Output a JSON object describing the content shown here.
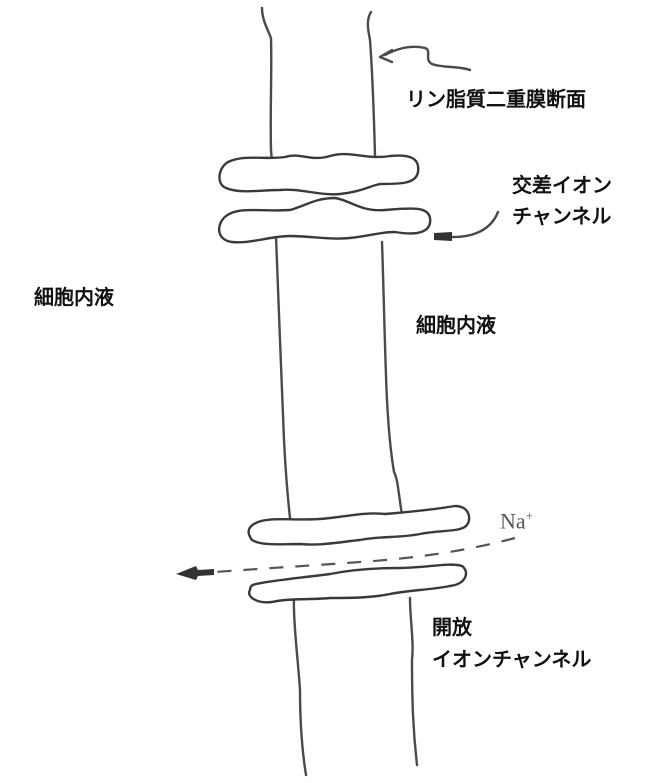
{
  "labels": {
    "membrane_cross_section": "リン脂質二重膜断面",
    "crossed_ion_channel_line1": "交差イオン",
    "crossed_ion_channel_line2": "チャンネル",
    "intracellular_fluid_left": "細胞内液",
    "intracellular_fluid_right": "細胞内液",
    "ion_symbol": "Na",
    "ion_charge": "+",
    "open_ion_channel_line1": "開放",
    "open_ion_channel_line2": "イオンチャンネル"
  },
  "colors": {
    "line": "#4a4a4a",
    "text": "#111111",
    "background": "#ffffff"
  }
}
